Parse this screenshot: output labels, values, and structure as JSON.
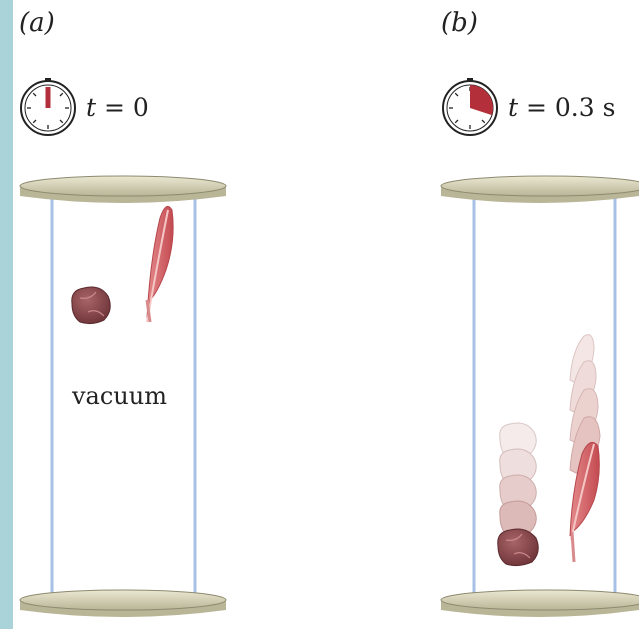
{
  "panels": [
    {
      "label": "(a)",
      "time_var": "t",
      "time_value": "= 0",
      "medium": "vacuum",
      "stopwatch_fraction": 0.0
    },
    {
      "label": "(b)",
      "time_var": "t",
      "time_value": "= 0.3 s",
      "stopwatch_fraction": 0.3
    }
  ],
  "colors": {
    "background": "#a9d3d9",
    "panel": "#ffffff",
    "tube_wall": "#a7c0e6",
    "lid": "#d9d6bd",
    "feather": "#d05a5e",
    "feather_ghost": "#ead0cd",
    "ball": "#8c4a4e",
    "stopwatch_fill": "#b3303a"
  },
  "icons": [
    "stopwatch-icon",
    "feather-icon",
    "ball-icon"
  ]
}
